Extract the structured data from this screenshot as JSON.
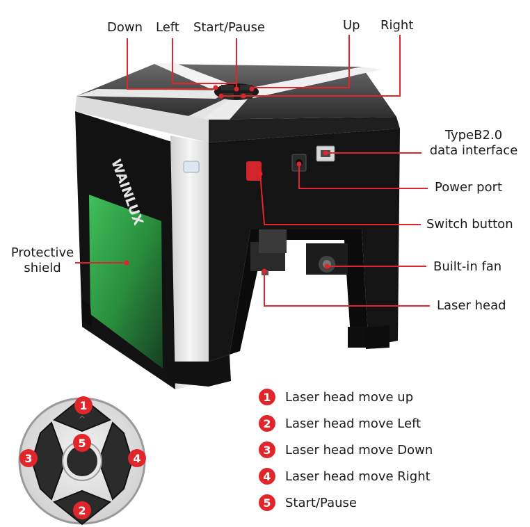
{
  "top_labels": {
    "down": "Down",
    "left": "Left",
    "start_pause": "Start/Pause",
    "up": "Up",
    "right": "Right"
  },
  "side_labels": {
    "typeb_line1": "TypeB2.0",
    "typeb_line2": "data interface",
    "power_port": "Power port",
    "switch_button": "Switch button",
    "built_in_fan": "Built-in fan",
    "laser_head": "Laser head",
    "shield_line1": "Protective",
    "shield_line2": "shield"
  },
  "brand": "WAINLUX",
  "keypad_numbers": [
    "1",
    "2",
    "3",
    "4",
    "5"
  ],
  "legend": [
    {
      "num": "1",
      "text": "Laser head move up"
    },
    {
      "num": "2",
      "text": "Laser head move Left"
    },
    {
      "num": "3",
      "text": "Laser head move Down"
    },
    {
      "num": "4",
      "text": "Laser head move Right"
    },
    {
      "num": "5",
      "text": "Start/Pause"
    }
  ],
  "colors": {
    "callout_line": "#e0252b",
    "badge": "#e0252b",
    "machine_body": "#141414",
    "frame": "#e9e9e9",
    "shield": "#2f9a45"
  }
}
